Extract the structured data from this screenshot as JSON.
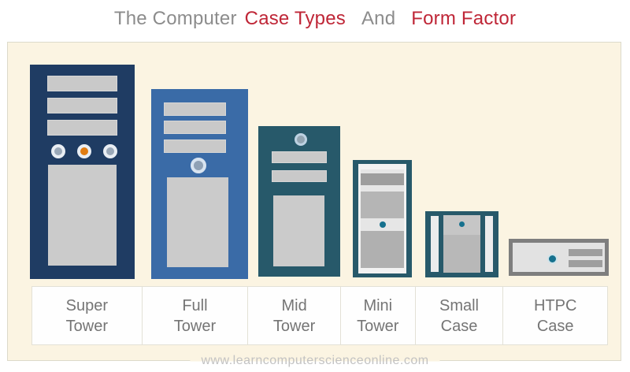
{
  "title": {
    "prefix": "The Computer",
    "highlight1": "Case Types",
    "connector": "And",
    "highlight2": "Form Factor"
  },
  "colors": {
    "title_gray": "#8c8c8c",
    "title_red": "#bf2637",
    "panel_background": "#fbf4e2",
    "super_tower_navy": "#1f3c63",
    "full_tower_blue": "#3a6ba7",
    "tower_teal": "#27596a",
    "htpc_gray": "#7e7e7e",
    "bay_gray": "#c9c9c9",
    "accent_orange": "#e07c12",
    "teal_power_dot": "#16718e",
    "label_text_gray": "#757575",
    "watermark_gray": "#c2c2c2"
  },
  "icons": {
    "power_button": "filled-circle",
    "led_indicator": "filled-circle",
    "drive_bay": "horizontal-bar"
  },
  "cases": [
    {
      "name": "Super Tower",
      "label": "Super\nTower",
      "body_color": "#1f3c63"
    },
    {
      "name": "Full Tower",
      "label": "Full\nTower",
      "body_color": "#3a6ba7"
    },
    {
      "name": "Mid Tower",
      "label": "Mid\nTower",
      "body_color": "#27596a"
    },
    {
      "name": "Mini Tower",
      "label": "Mini\nTower",
      "body_color": "#27596a"
    },
    {
      "name": "Small Case",
      "label": "Small\nCase",
      "body_color": "#27596a"
    },
    {
      "name": "HTPC Case",
      "label": "HTPC\nCase",
      "body_color": "#7e7e7e"
    }
  ],
  "footer": {
    "watermark": "www.learncomputerscienceonline.com"
  }
}
